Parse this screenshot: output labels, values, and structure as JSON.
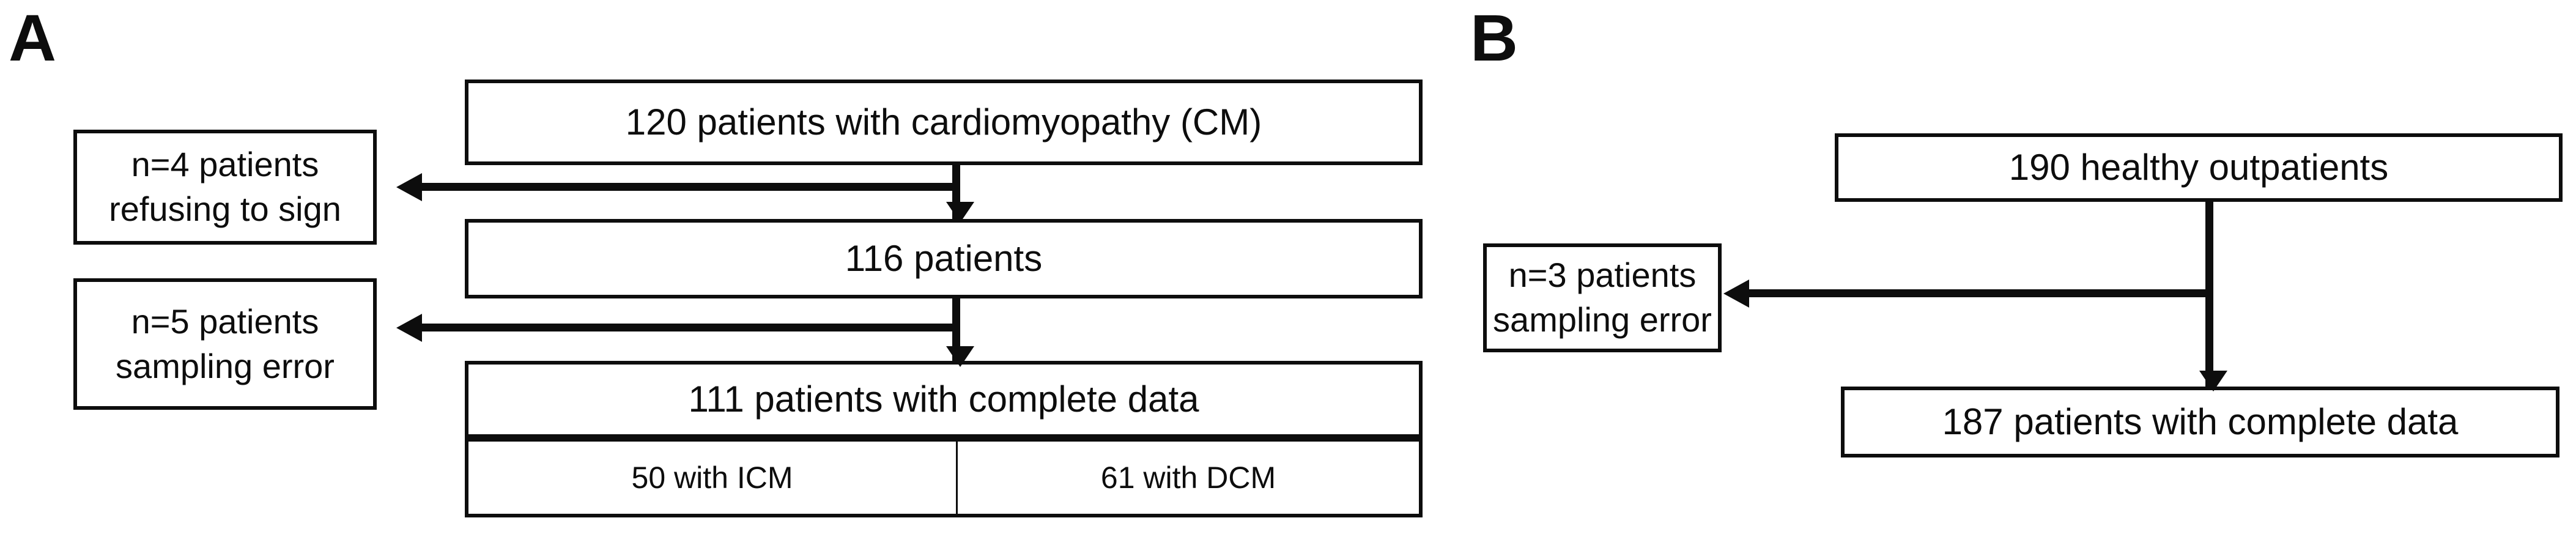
{
  "figure": {
    "type": "flowchart",
    "description": "Two-panel patient enrollment flow diagram"
  },
  "panel_a": {
    "letter": "A",
    "boxes": {
      "cm_total": "120 patients with cardiomyopathy (CM)",
      "refused": "n=4 patients\nrefusing to sign",
      "remaining": "116 patients",
      "sampling_error": "n=5 patients\nsampling error",
      "complete": "111 patients with complete data",
      "icm": "50 with ICM",
      "dcm": "61 with DCM"
    }
  },
  "panel_b": {
    "letter": "B",
    "boxes": {
      "healthy_total": "190 healthy outpatients",
      "sampling_error": "n=3 patients\nsampling error",
      "complete": "187 patients with complete data"
    }
  },
  "chart_data": {
    "type": "diagram",
    "title": "",
    "panels": [
      {
        "label": "A",
        "nodes": [
          {
            "id": "cm_total",
            "text": "120 patients with cardiomyopathy (CM)",
            "value": 120
          },
          {
            "id": "refused",
            "text": "n=4 patients refusing to sign",
            "value": 4
          },
          {
            "id": "remaining",
            "text": "116 patients",
            "value": 116
          },
          {
            "id": "sampling",
            "text": "n=5 patients sampling error",
            "value": 5
          },
          {
            "id": "complete",
            "text": "111 patients with complete data",
            "value": 111
          },
          {
            "id": "icm",
            "text": "50 with ICM",
            "value": 50
          },
          {
            "id": "dcm",
            "text": "61 with DCM",
            "value": 61
          }
        ],
        "edges": [
          {
            "from": "cm_total",
            "to": "refused",
            "style": "arrow-left"
          },
          {
            "from": "cm_total",
            "to": "remaining",
            "style": "arrow-down"
          },
          {
            "from": "remaining",
            "to": "sampling",
            "style": "arrow-left"
          },
          {
            "from": "remaining",
            "to": "complete",
            "style": "arrow-down"
          }
        ]
      },
      {
        "label": "B",
        "nodes": [
          {
            "id": "healthy_total",
            "text": "190 healthy outpatients",
            "value": 190
          },
          {
            "id": "sampling",
            "text": "n=3 patients sampling error",
            "value": 3
          },
          {
            "id": "complete",
            "text": "187 patients with complete data",
            "value": 187
          }
        ],
        "edges": [
          {
            "from": "healthy_total",
            "to": "sampling",
            "style": "arrow-left"
          },
          {
            "from": "healthy_total",
            "to": "complete",
            "style": "arrow-down"
          }
        ]
      }
    ],
    "colors": {
      "stroke": "#0d0d0d",
      "fill": "#ffffff"
    }
  }
}
